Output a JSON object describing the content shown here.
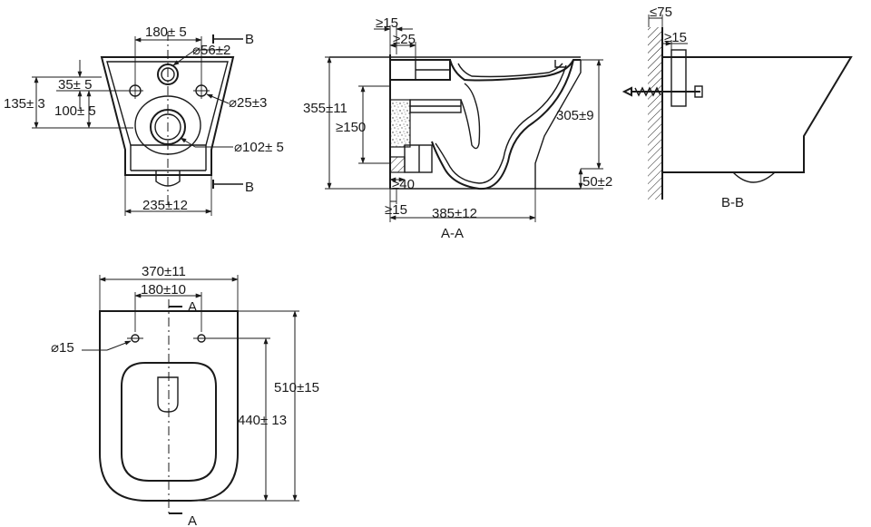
{
  "front_view": {
    "dim_180": "180± 5",
    "dim_56": "⌀56±2",
    "dim_35": "35± 5",
    "dim_135": "135± 3",
    "dim_100": "100± 5",
    "dim_25": "⌀25±3",
    "dim_102": "⌀102± 5",
    "dim_235": "235±12",
    "label_b_top": "B",
    "label_b_bottom": "B"
  },
  "section_aa": {
    "dim_15_top": "≥15",
    "dim_25": "≥25",
    "dim_355": "355±11",
    "dim_150": "≥150",
    "dim_305": "305±9",
    "dim_40": "≥40",
    "dim_50": "50±2",
    "dim_15_bottom": "≥15",
    "dim_385": "385±12",
    "caption": "A-A"
  },
  "section_bb": {
    "dim_75": "≤75",
    "dim_15": "≥15",
    "caption": "B-B"
  },
  "plan_view": {
    "dim_370": "370±11",
    "dim_180": "180±10",
    "dim_15": "⌀15",
    "dim_510": "510±15",
    "dim_440": "440± 13",
    "label_a_top": "A",
    "label_a_bottom": "A"
  }
}
